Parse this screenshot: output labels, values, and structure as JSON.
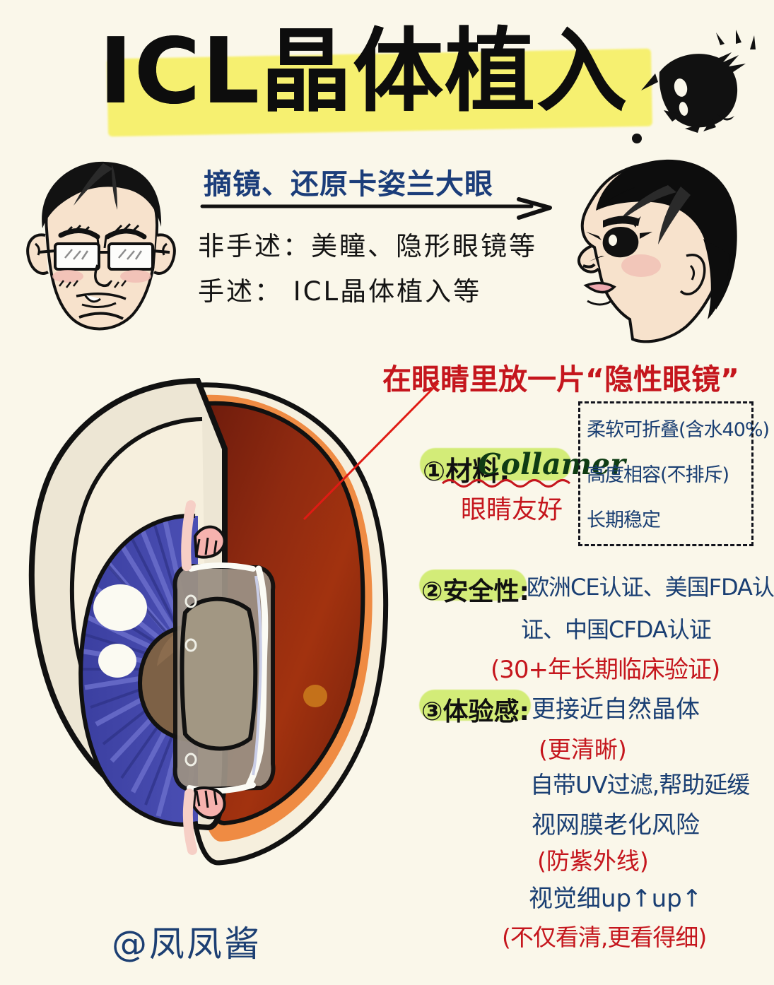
{
  "header": {
    "title": "ICL晶体植入",
    "title_highlight_color": "#f6f06a",
    "eye_icon": "eye-icon"
  },
  "intro": {
    "subhead": "摘镜、还原卡姿兰大眼",
    "subhead_color": "#1b3d7a",
    "lines": [
      "非手述：美瞳、隐形眼镜等",
      "手述： ICL晶体植入等"
    ],
    "left_face_alt": "戴眼镜的男生头像",
    "right_face_alt": "大眼女生侧脸头像"
  },
  "callout": {
    "text": "在眼睛里放一片“隐性眼镜”",
    "color": "#c5161d"
  },
  "diagram": {
    "alt": "眼球剖面图 ICL晶体植入示意",
    "parts": [
      "巩膜",
      "角膜",
      "虹膜",
      "晶状体",
      "ICL晶体",
      "玻璃体"
    ],
    "colors": {
      "sclera_outer": "#ede6d4",
      "cornea": "#f6efdd",
      "iris": "#3b3f9e",
      "lens": "#7d6146",
      "icl": "#9b9083",
      "vitreous": "#8a2310",
      "rim": "#ef8b43"
    }
  },
  "sections": [
    {
      "num": "①",
      "label": "材料:",
      "value": "Collamer",
      "note": "眼睛友好",
      "note_color": "#c5161d",
      "highlight_color": "#d3ec78",
      "specs": [
        "柔软可折叠(含水40%)",
        "高度相容(不排斥)",
        "长期稳定"
      ]
    },
    {
      "num": "②",
      "label": "安全性:",
      "highlight_color": "#d3ec78",
      "body": [
        {
          "text": "欧洲CE认证、美国FDA认",
          "color": "#1a3f73"
        },
        {
          "text": "证、中国CFDA认证",
          "color": "#1a3f73"
        },
        {
          "text": "(30+年长期临床验证)",
          "color": "#c5161d"
        }
      ]
    },
    {
      "num": "③",
      "label": "体验感:",
      "highlight_color": "#d3ec78",
      "body": [
        {
          "text": "更接近自然晶体",
          "color": "#1a3f73"
        },
        {
          "text": "(更清晰)",
          "color": "#c5161d"
        },
        {
          "text": "自带UV过滤,帮助延缓",
          "color": "#1a3f73"
        },
        {
          "text": "视网膜老化风险",
          "color": "#1a3f73"
        },
        {
          "text": "(防紫外线)",
          "color": "#c5161d"
        },
        {
          "text": "视觉细up↑up↑",
          "color": "#1a3f73"
        },
        {
          "text": "(不仅看清,更看得细)",
          "color": "#c5161d"
        }
      ]
    }
  ],
  "footer": {
    "signature": "@凤凤酱",
    "signature_color": "#1c3f73"
  }
}
